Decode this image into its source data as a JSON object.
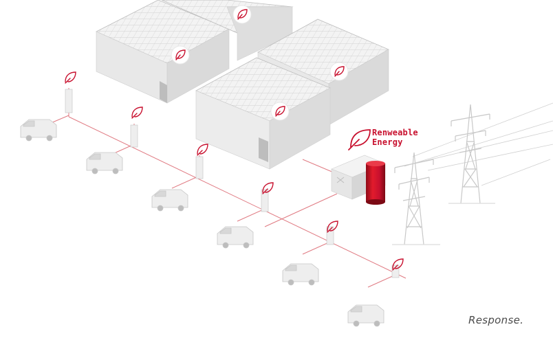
{
  "energy_label": {
    "line1": "Renweable",
    "line2": "Energy"
  },
  "watermark": "Response.",
  "colors": {
    "accent": "#c8102e",
    "line": "#e07a82",
    "building_top": "#f1f1f1",
    "building_left": "#e6e6e6",
    "building_right": "#d9d9d9",
    "grid": "#c9c9c9"
  },
  "icons": {
    "renewable": "leaf-icon",
    "energy_storage": "battery-icon",
    "power_grid": "transmission-tower-icon",
    "charger": "charging-station-icon",
    "vehicle": "delivery-van-icon"
  }
}
